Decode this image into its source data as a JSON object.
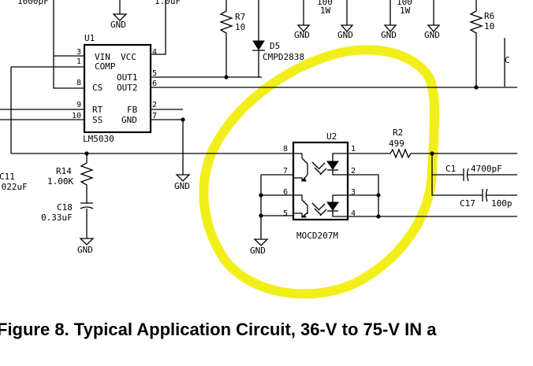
{
  "caption": "Figure 8.  Typical Application Circuit, 36-V to 75-V IN a",
  "top_fragments": {
    "cap_left": "1000pF",
    "cap_right": "1.0uF",
    "res_a_val": "100",
    "res_a_w": "1W",
    "res_b_val": "100",
    "res_b_w": "1W"
  },
  "r7": {
    "ref": "R7",
    "value": "10"
  },
  "r6": {
    "ref": "R6",
    "value": "10"
  },
  "d5": {
    "ref": "D5",
    "part": "CMPD2838"
  },
  "u1": {
    "ref": "U1",
    "part": "LM5030",
    "pins_left": [
      {
        "num": "3",
        "name": "VIN"
      },
      {
        "num": "1",
        "name": "COMP"
      },
      {
        "num": "8",
        "name": "CS"
      },
      {
        "num": "9",
        "name": "RT"
      },
      {
        "num": "10",
        "name": "SS"
      }
    ],
    "pins_right": [
      {
        "num": "4",
        "name": "VCC"
      },
      {
        "num": "5",
        "name": "OUT1"
      },
      {
        "num": "6",
        "name": "OUT2"
      },
      {
        "num": "2",
        "name": "FB"
      },
      {
        "num": "7",
        "name": "GND"
      }
    ]
  },
  "u2": {
    "ref": "U2",
    "part": "MOCD207M",
    "pins": [
      "8",
      "7",
      "6",
      "5",
      "1",
      "2",
      "3",
      "4"
    ]
  },
  "r2": {
    "ref": "R2",
    "value": "499"
  },
  "c1": {
    "ref": "C1",
    "value": "4700pF"
  },
  "c17": {
    "ref": "C17",
    "value": "100p"
  },
  "c11": {
    "ref": "C11",
    "value": ".022uF"
  },
  "r14": {
    "ref": "R14",
    "value": "1.00K"
  },
  "c18": {
    "ref": "C18",
    "value": "0.33uF"
  },
  "gnd_label": "GND",
  "highlight_color": "#f2ee1a",
  "edge_fragment": "C"
}
